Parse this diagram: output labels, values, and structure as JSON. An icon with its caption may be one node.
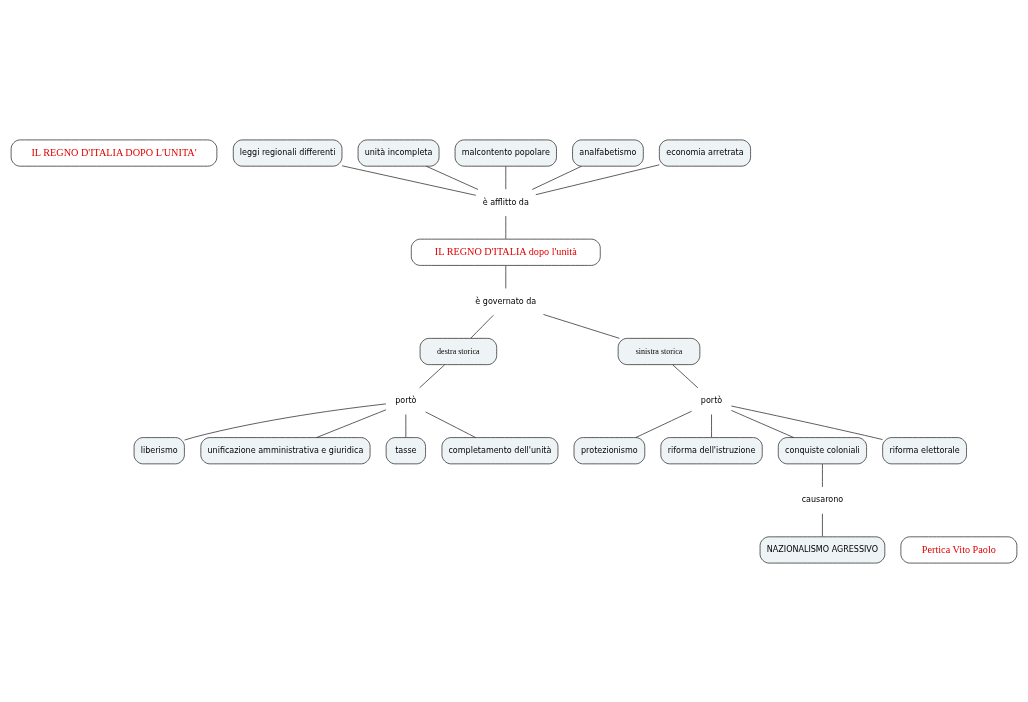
{
  "diagram": {
    "nodes": [
      {
        "text": [
          "IL REGNO D'ITALIA DOPO L'UNITA'"
        ]
      },
      {
        "text": [
          "leggi regionali differenti"
        ]
      },
      {
        "text": [
          "unità incompleta"
        ]
      },
      {
        "text": [
          "malcontento popolare"
        ]
      },
      {
        "text": [
          "analfabetismo"
        ]
      },
      {
        "text": [
          "economia arretrata"
        ]
      },
      {
        "text": [
          "è afflitto da"
        ]
      },
      {
        "text": [
          "IL REGNO D'ITALIA dopo l'unità"
        ]
      },
      {
        "text": [
          "è governato da"
        ]
      },
      {
        "text": [
          "destra storica"
        ]
      },
      {
        "text": [
          "sinistra storica"
        ]
      },
      {
        "text": [
          "liberismo"
        ]
      },
      {
        "text": [
          "portò"
        ]
      },
      {
        "text": [
          "portò"
        ]
      },
      {
        "text": [
          "protezionismo"
        ]
      },
      {
        "text": [
          "unificazione amministrativa e giuridica"
        ]
      },
      {
        "text": [
          "tasse"
        ]
      },
      {
        "text": [
          "completamento dell'unità"
        ]
      },
      {
        "text": [
          "riforma dell'istruzione"
        ]
      },
      {
        "text": [
          "conquiste coloniali"
        ]
      },
      {
        "text": [
          "riforma elettorale"
        ]
      },
      {
        "text": [
          "causarono"
        ]
      },
      {
        "text": [
          "NAZIONALISMO AGRESSIVO"
        ]
      },
      {
        "text": [
          "Pertica Vito Paolo"
        ]
      }
    ],
    "edges": [
      {
        "from": 4,
        "to": 6,
        "arrow": "none"
      },
      {
        "from": 2,
        "to": 6,
        "arrow": "none"
      },
      {
        "from": 1,
        "to": 6,
        "arrow": "none"
      },
      {
        "from": 3,
        "to": 6,
        "arrow": "none"
      },
      {
        "from": 5,
        "to": 6,
        "arrow": "none"
      },
      {
        "from": 6,
        "to": 7,
        "arrow": "none"
      },
      {
        "from": 7,
        "to": 8,
        "arrow": "none"
      },
      {
        "from": 8,
        "to": 9,
        "arrow": "none"
      },
      {
        "from": 8,
        "to": 10,
        "arrow": "none"
      },
      {
        "from": 9,
        "to": 12,
        "arrow": "none"
      },
      {
        "from": 12,
        "to": 11,
        "arrow": "none"
      },
      {
        "from": 12,
        "to": 15,
        "arrow": "none"
      },
      {
        "from": 12,
        "to": 16,
        "arrow": "none"
      },
      {
        "from": 12,
        "to": 17,
        "arrow": "none"
      },
      {
        "from": 10,
        "to": 13,
        "arrow": "none"
      },
      {
        "from": 13,
        "to": 19,
        "arrow": "none"
      },
      {
        "from": 13,
        "to": 20,
        "arrow": "none"
      },
      {
        "from": 13,
        "to": 18,
        "arrow": "none"
      },
      {
        "from": 13,
        "to": 14,
        "arrow": "none"
      },
      {
        "from": 19,
        "to": 21,
        "arrow": "none"
      },
      {
        "from": 21,
        "to": 22,
        "arrow": "none"
      }
    ]
  }
}
